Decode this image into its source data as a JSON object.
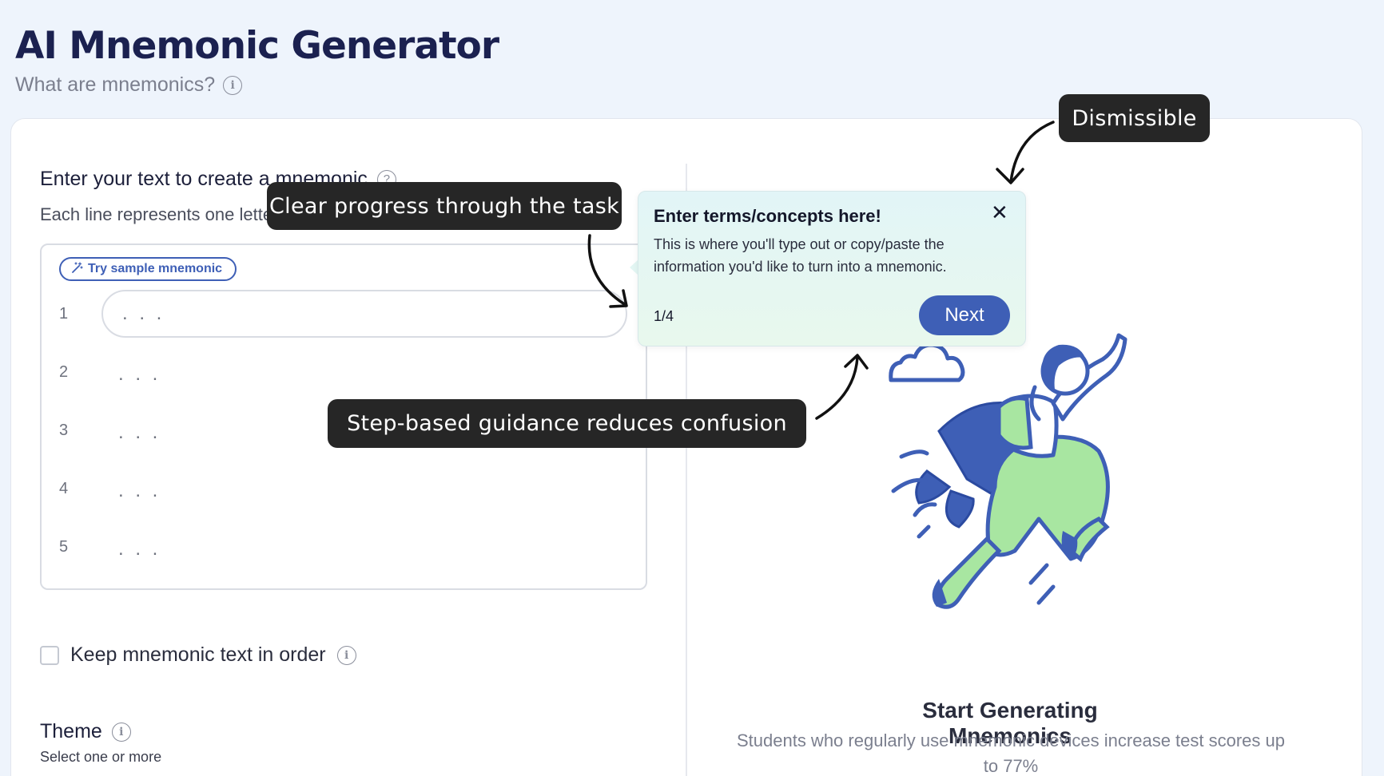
{
  "header": {
    "title": "AI Mnemonic Generator",
    "subtitle": "What are mnemonics?"
  },
  "input_section": {
    "label": "Enter your text to create a mnemonic",
    "hint": "Each line represents one letter",
    "sample_button": "Try sample mnemonic",
    "lines": [
      {
        "number": "1",
        "placeholder": ". . ."
      },
      {
        "number": "2",
        "placeholder": ". . ."
      },
      {
        "number": "3",
        "placeholder": ". . ."
      },
      {
        "number": "4",
        "placeholder": ". . ."
      },
      {
        "number": "5",
        "placeholder": ". . ."
      }
    ]
  },
  "options": {
    "keep_order_label": "Keep mnemonic text in order",
    "theme_label": "Theme",
    "theme_hint": "Select one or more"
  },
  "right_panel": {
    "title": "Start Generating Mnemonics",
    "text": "Students who regularly use mnemonic devices increase test scores up to 77%"
  },
  "tooltip": {
    "title": "Enter terms/concepts here!",
    "body": "This is where you'll type out or copy/paste the information you'd like to turn into a mnemonic.",
    "step": "1/4",
    "next_label": "Next",
    "close_glyph": "✕"
  },
  "callouts": {
    "progress": "Clear progress through the task",
    "guidance": "Step-based guidance reduces confusion",
    "dismissible": "Dismissible"
  },
  "colors": {
    "primary": "#3e5fb6",
    "illustration_green": "#a8e6a1",
    "callout_bg": "#262626"
  }
}
